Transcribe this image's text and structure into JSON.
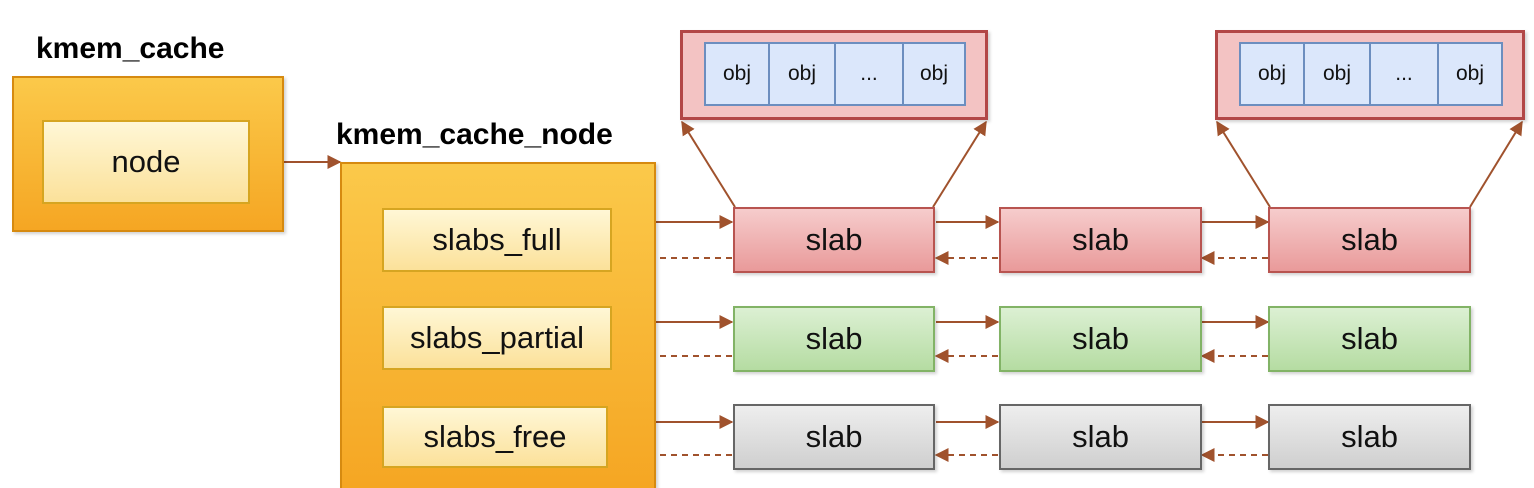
{
  "kmem_cache": {
    "title": "kmem_cache",
    "field": "node"
  },
  "kmem_cache_node": {
    "title": "kmem_cache_node",
    "lists": [
      {
        "label": "slabs_full",
        "color": "#e99a9a"
      },
      {
        "label": "slabs_partial",
        "color": "#b5dca2"
      },
      {
        "label": "slabs_free",
        "color": "#cfcfcf"
      }
    ]
  },
  "slab_label": "slab",
  "object_groups": [
    {
      "objects": [
        "obj",
        "obj",
        "...",
        "obj"
      ]
    },
    {
      "objects": [
        "obj",
        "obj",
        "...",
        "obj"
      ]
    }
  ],
  "colors": {
    "container": "#f5a623",
    "arrow": "#a0522d",
    "slab_full": "#e99a9a",
    "slab_partial": "#b5dca2",
    "slab_free": "#cfcfcf",
    "object": "#dbe7fb",
    "object_group": "#f3c3c3"
  }
}
